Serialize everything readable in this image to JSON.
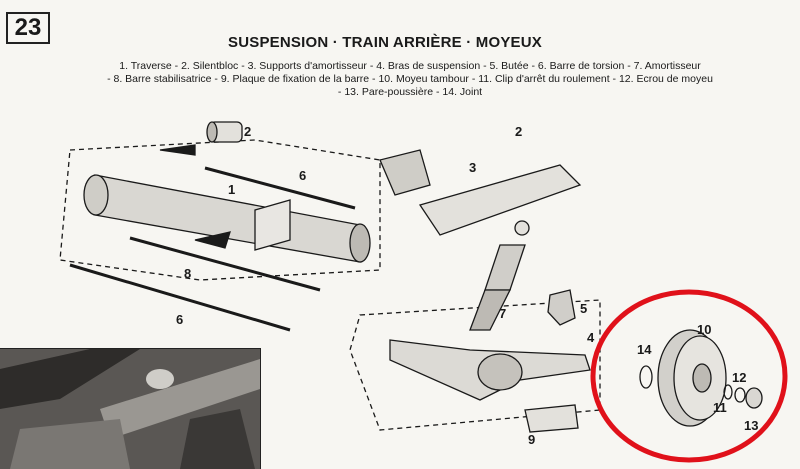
{
  "figure_number": "23",
  "title": "SUSPENSION · TRAIN ARRIÈRE · MOYEUX",
  "legend": {
    "line1": "1. Traverse - 2. Silentbloc - 3. Supports d'amortisseur - 4. Bras de suspension - 5. Butée - 6. Barre de torsion - 7. Amortisseur",
    "line2": "- 8. Barre stabilisatrice - 9. Plaque de fixation de la barre - 10. Moyeu tambour - 11. Clip d'arrêt du roulement - 12. Ecrou de moyeu",
    "line3": "- 13. Pare-poussière - 14. Joint"
  },
  "callouts": {
    "n1": "1",
    "n2a": "2",
    "n2b": "2",
    "n3": "3",
    "n4": "4",
    "n5": "5",
    "n6a": "6",
    "n6b": "6",
    "n7": "7",
    "n8": "8",
    "n9": "9",
    "n10": "10",
    "n11": "11",
    "n12": "12",
    "n13": "13",
    "n14": "14"
  },
  "colors": {
    "ink": "#1a1a1a",
    "paper": "#f7f6f2",
    "highlight_circle": "#e0111a"
  }
}
